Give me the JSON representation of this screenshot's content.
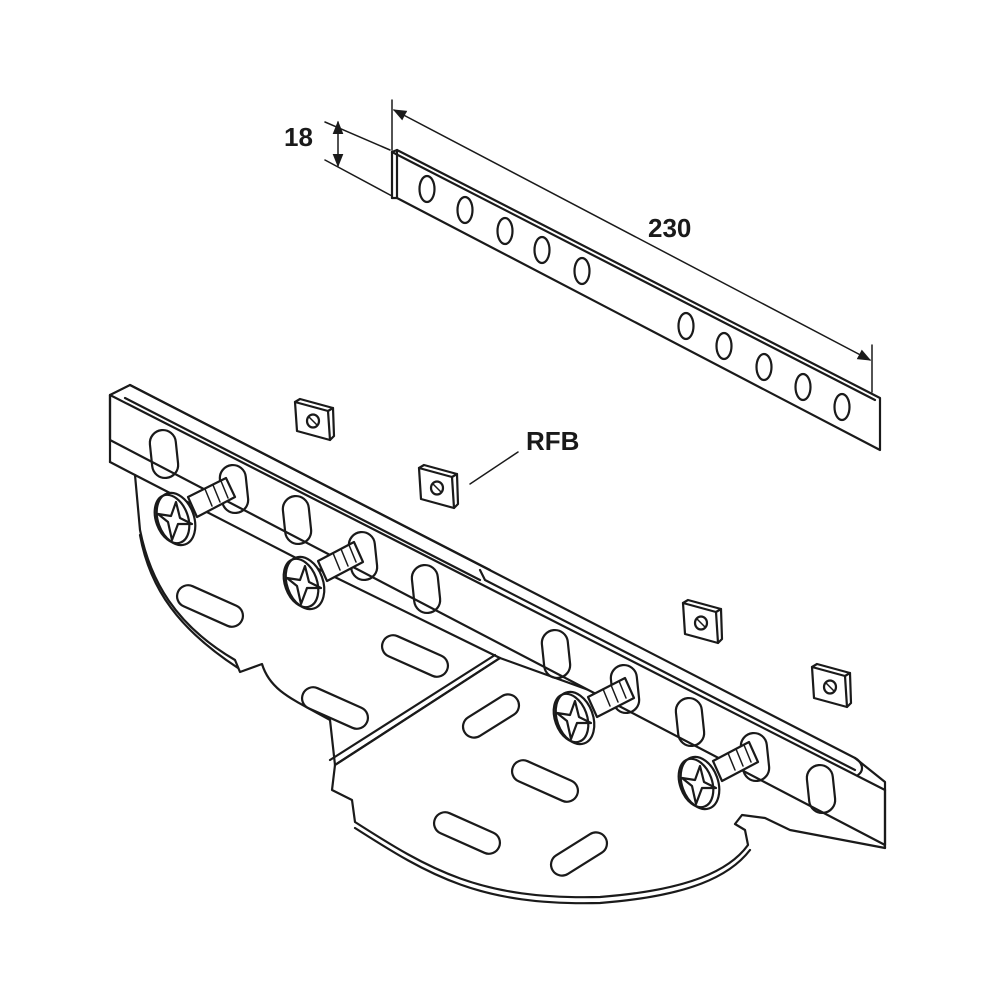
{
  "dimensions": {
    "height": "18",
    "length": "230"
  },
  "callout": {
    "part_code": "RFB"
  },
  "colors": {
    "line": "#1a1a1a",
    "background": "#ffffff"
  },
  "icons": [
    "phillips-bolt-icon",
    "square-nut-icon"
  ]
}
